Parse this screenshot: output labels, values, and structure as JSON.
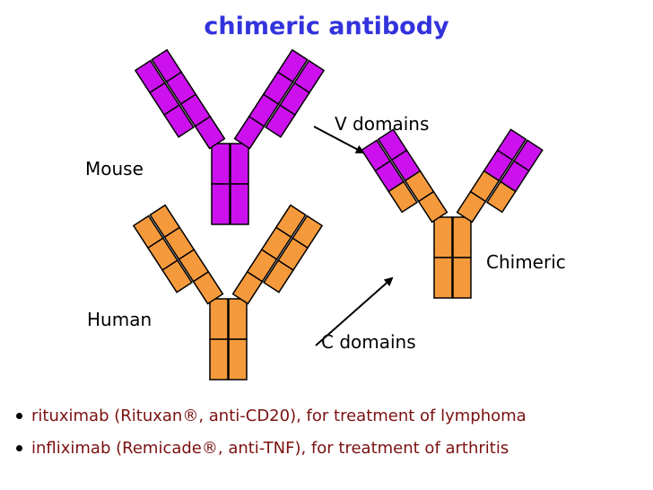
{
  "title": "chimeric antibody",
  "labels": {
    "mouse": "Mouse",
    "human": "Human",
    "chimeric": "Chimeric",
    "v_domains": "V domains",
    "c_domains": "C domains"
  },
  "bullets": [
    "rituximab (Rituxan®, anti-CD20), for treatment of lymphoma",
    "infliximab (Remicade®, anti-TNF), for treatment of arthritis"
  ],
  "colors": {
    "title": "#3333dd",
    "mouse": "#cc11ee",
    "human": "#f59a3c",
    "outline": "#000000",
    "bullet_text": "#7a1010"
  },
  "antibodies": [
    {
      "name": "mouse",
      "variable": "mouse",
      "constant": "mouse"
    },
    {
      "name": "human",
      "variable": "human",
      "constant": "human"
    },
    {
      "name": "chimeric",
      "variable": "mouse",
      "constant": "human"
    }
  ]
}
